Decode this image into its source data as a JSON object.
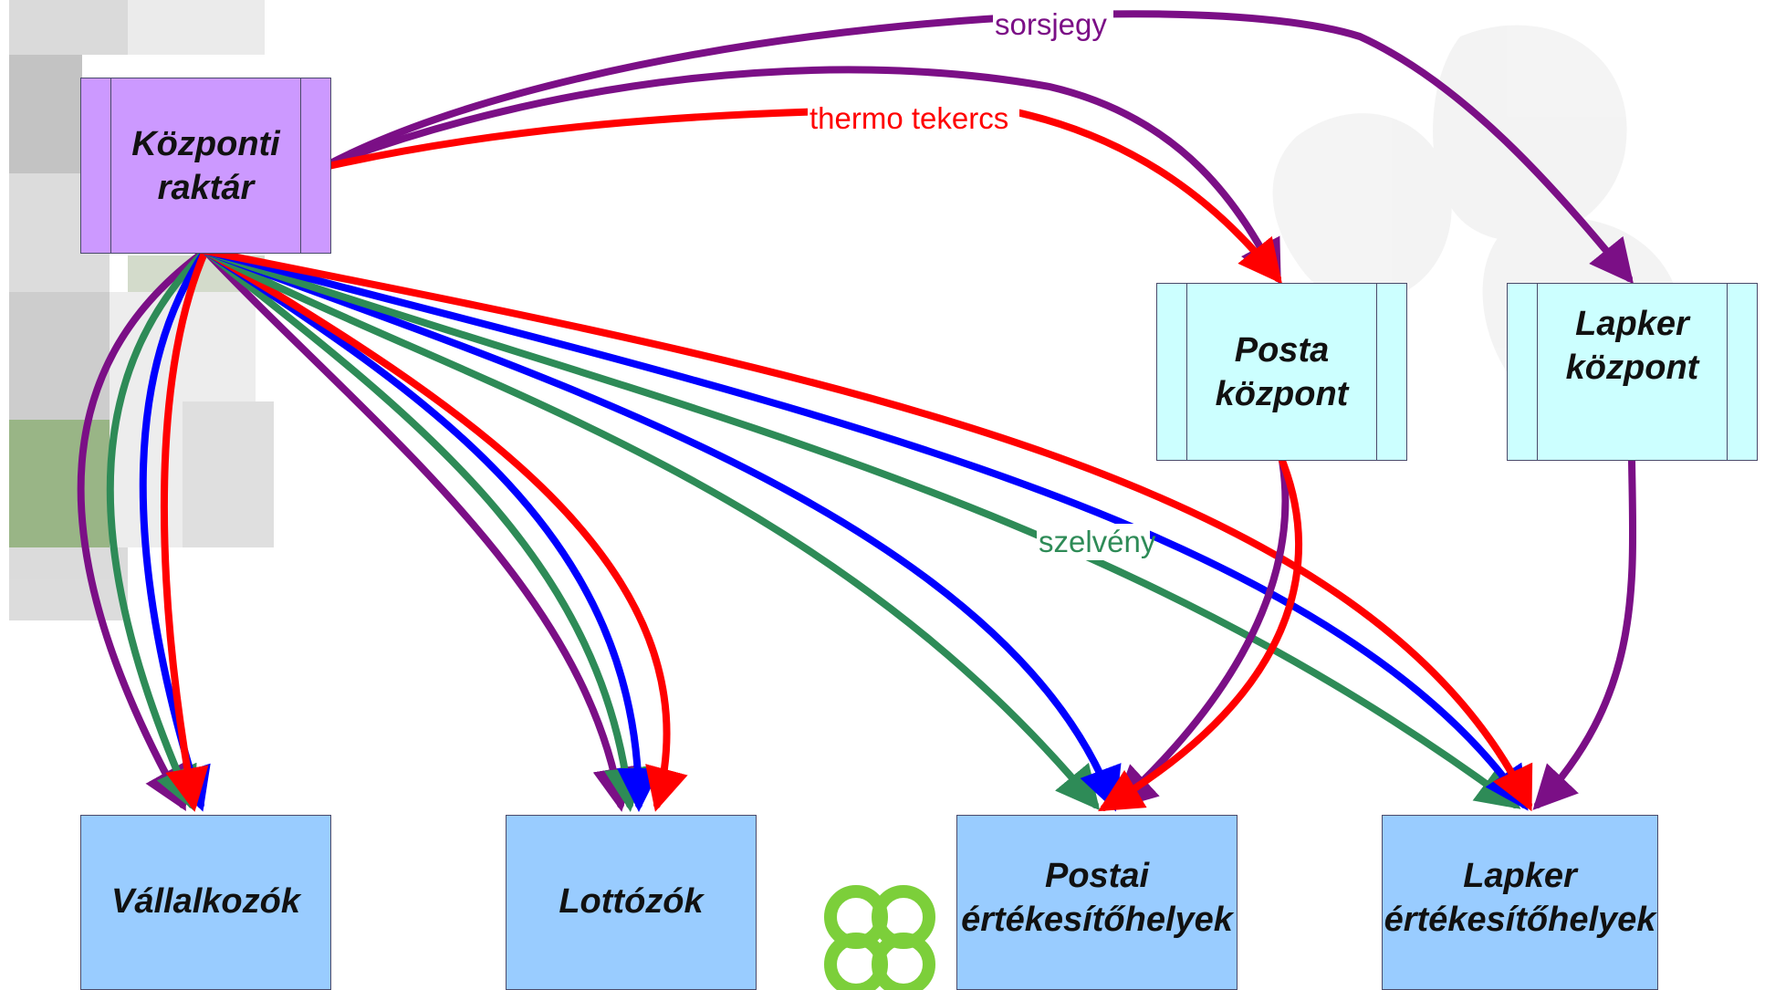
{
  "colors": {
    "purple": "#7b0f86",
    "red": "#ff0000",
    "blue": "#0000ff",
    "green": "#2e8b57",
    "central_fill": "#cc99ff",
    "hub_fill": "#ccffff",
    "outlet_fill": "#99ccff",
    "clover": "#7ccf3a"
  },
  "nodes": {
    "kozponti_raktar": "Központi\nraktár",
    "posta_kozpont": "Posta\nközpont",
    "lapker_kozpont": "Lapker\nközpont",
    "vallalkozok": "Vállalkozók",
    "lottozok": "Lottózók",
    "postai_ertekesitohelyek": "Postai\nértékesítőhelyek",
    "lapker_ertekesitohelyek": "Lapker\nértékesítőhelyek"
  },
  "edge_labels": {
    "sorsjegy": "sorsjegy",
    "thermo": "thermo tekercs",
    "szelveny": "szelvény"
  },
  "icons": {
    "clover": "four-leaf-clover-icon",
    "background": "decorative-tile-background"
  }
}
